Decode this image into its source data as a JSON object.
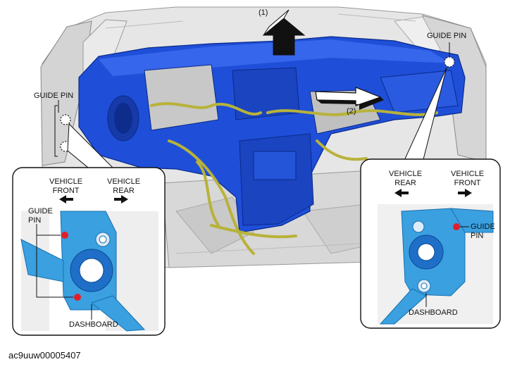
{
  "steps": [
    {
      "number": "(1)"
    },
    {
      "number": "(2)"
    }
  ],
  "callouts": {
    "guide_pin_top_right": "GUIDE PIN",
    "guide_pin_left": "GUIDE PIN"
  },
  "inset_left": {
    "vehicle_front": "VEHICLE\nFRONT",
    "vehicle_rear": "VEHICLE\nREAR",
    "guide_pin": "GUIDE\nPIN",
    "dashboard": "DASHBOARD"
  },
  "inset_right": {
    "vehicle_rear": "VEHICLE\nREAR",
    "vehicle_front": "VEHICLE\nFRONT",
    "guide_pin": "GUIDE\nPIN",
    "dashboard": "DASHBOARD"
  },
  "reference_code": "ac9uuw00005407",
  "colors": {
    "dashboard_blue": "#1f4fd8",
    "bracket_blue": "#3aa0e0",
    "guide_pin_red": "#e01e2a",
    "wire_yellow": "#b8b23a"
  }
}
